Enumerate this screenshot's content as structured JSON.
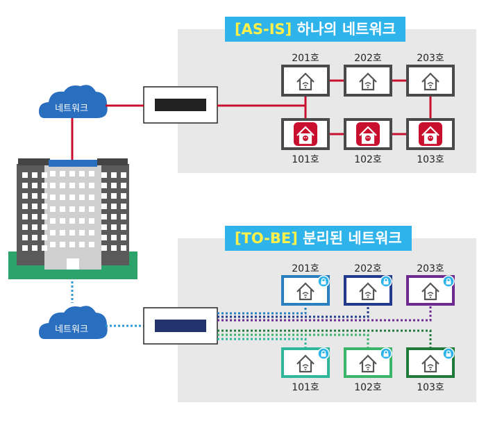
{
  "as_is": {
    "title_bracket": "[AS-IS]",
    "title_rest": "하나의 네트워크",
    "units": [
      "201호",
      "202호",
      "203호",
      "101호",
      "102호",
      "103호"
    ],
    "infected": [
      false,
      false,
      false,
      true,
      true,
      true
    ]
  },
  "to_be": {
    "title_bracket": "[TO-BE]",
    "title_rest": "분리된 네트워크",
    "units": [
      "201호",
      "202호",
      "203호",
      "101호",
      "102호",
      "103호"
    ],
    "unit_colors": [
      "#2a7fc1",
      "#233a8c",
      "#6d2b8f",
      "#2fb69b",
      "#3bb56a",
      "#1f7a3a"
    ]
  },
  "cloud_labels": {
    "top": "네트워크",
    "bottom": "네트워크"
  },
  "colors": {
    "red_link": "#c8102e",
    "infected_bg": "#c8102e",
    "dotted_blue": "#2d9ad6",
    "panel_bg": "#e8e8e8",
    "title_bg": "#2eb3ea",
    "building_green": "#2ba36a"
  }
}
